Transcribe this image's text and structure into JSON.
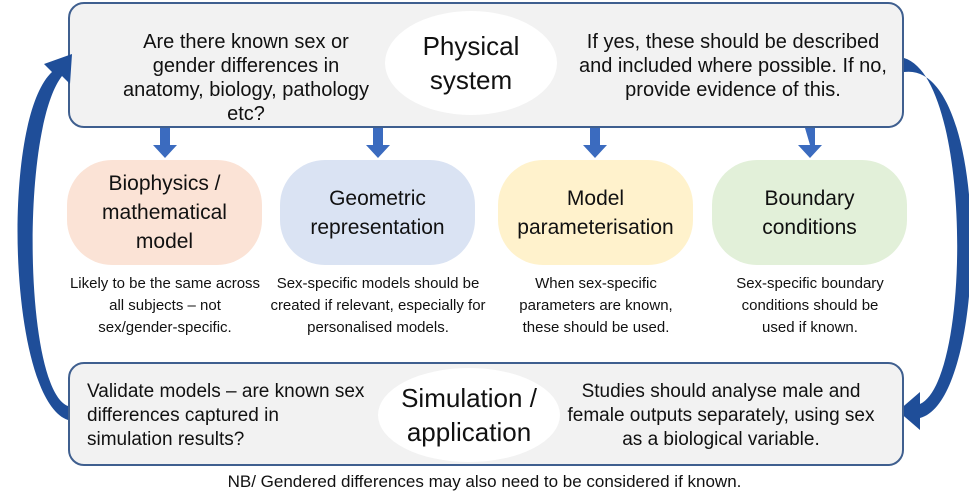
{
  "colors": {
    "panel_fill": "#f2f2f2",
    "panel_border": "#3f5f8f",
    "arrow_blue": "#3b6bbf",
    "arrow_dark": "#1f4e99",
    "biophysics_fill": "#fbe3d6",
    "geometric_fill": "#dae3f3",
    "parameterisation_fill": "#fff2cc",
    "boundary_fill": "#e2f0d9"
  },
  "top_panel": {
    "title": "Physical system",
    "left_text": "Are there known sex or gender differences in anatomy, biology, pathology etc?",
    "right_text": "If yes, these should be described and included where possible. If no, provide evidence of this."
  },
  "stages": [
    {
      "label": "Biophysics / mathematical model",
      "note": "Likely to be the same across all subjects – not sex/gender-specific."
    },
    {
      "label": "Geometric representation",
      "note": "Sex-specific models should be created if relevant, especially for personalised models."
    },
    {
      "label": "Model parameterisation",
      "note": "When sex-specific parameters are known, these should be used."
    },
    {
      "label": "Boundary conditions",
      "note": "Sex-specific boundary conditions should be used if known."
    }
  ],
  "bottom_panel": {
    "title": "Simulation / application",
    "left_text": "Validate models – are known sex differences captured in simulation results?",
    "right_text": "Studies should analyse male and female outputs separately, using sex as a biological variable."
  },
  "footer": "NB/ Gendered differences may also need to be considered if known."
}
